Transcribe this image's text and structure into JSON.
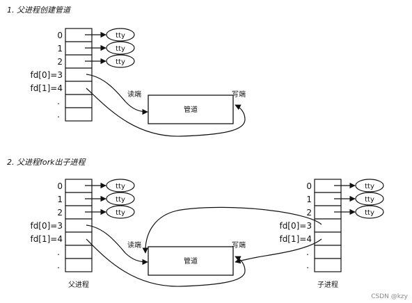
{
  "section1": {
    "title": "1. 父进程创建管道",
    "fd_labels": [
      "0",
      "1",
      "2",
      "fd[0]=3",
      "fd[1]=4",
      ".",
      "."
    ],
    "tty_labels": [
      "tty",
      "tty",
      "tty"
    ],
    "read_end_label": "读端",
    "write_end_label": "写端",
    "pipe_label": "管道"
  },
  "section2": {
    "title": "2. 父进程fork出子进程",
    "parent": {
      "fd_labels": [
        "0",
        "1",
        "2",
        "fd[0]=3",
        "fd[1]=4",
        ".",
        "."
      ],
      "tty_labels": [
        "tty",
        "tty",
        "tty"
      ],
      "caption": "父进程"
    },
    "child": {
      "fd_labels": [
        "0",
        "1",
        "2",
        "fd[0]=3",
        "fd[1]=4",
        ".",
        "."
      ],
      "tty_labels": [
        "tty",
        "tty",
        "tty"
      ],
      "caption": "子进程"
    },
    "read_end_label": "读端",
    "write_end_label": "写端",
    "pipe_label": "管道"
  },
  "watermark": "CSDN @kzy"
}
